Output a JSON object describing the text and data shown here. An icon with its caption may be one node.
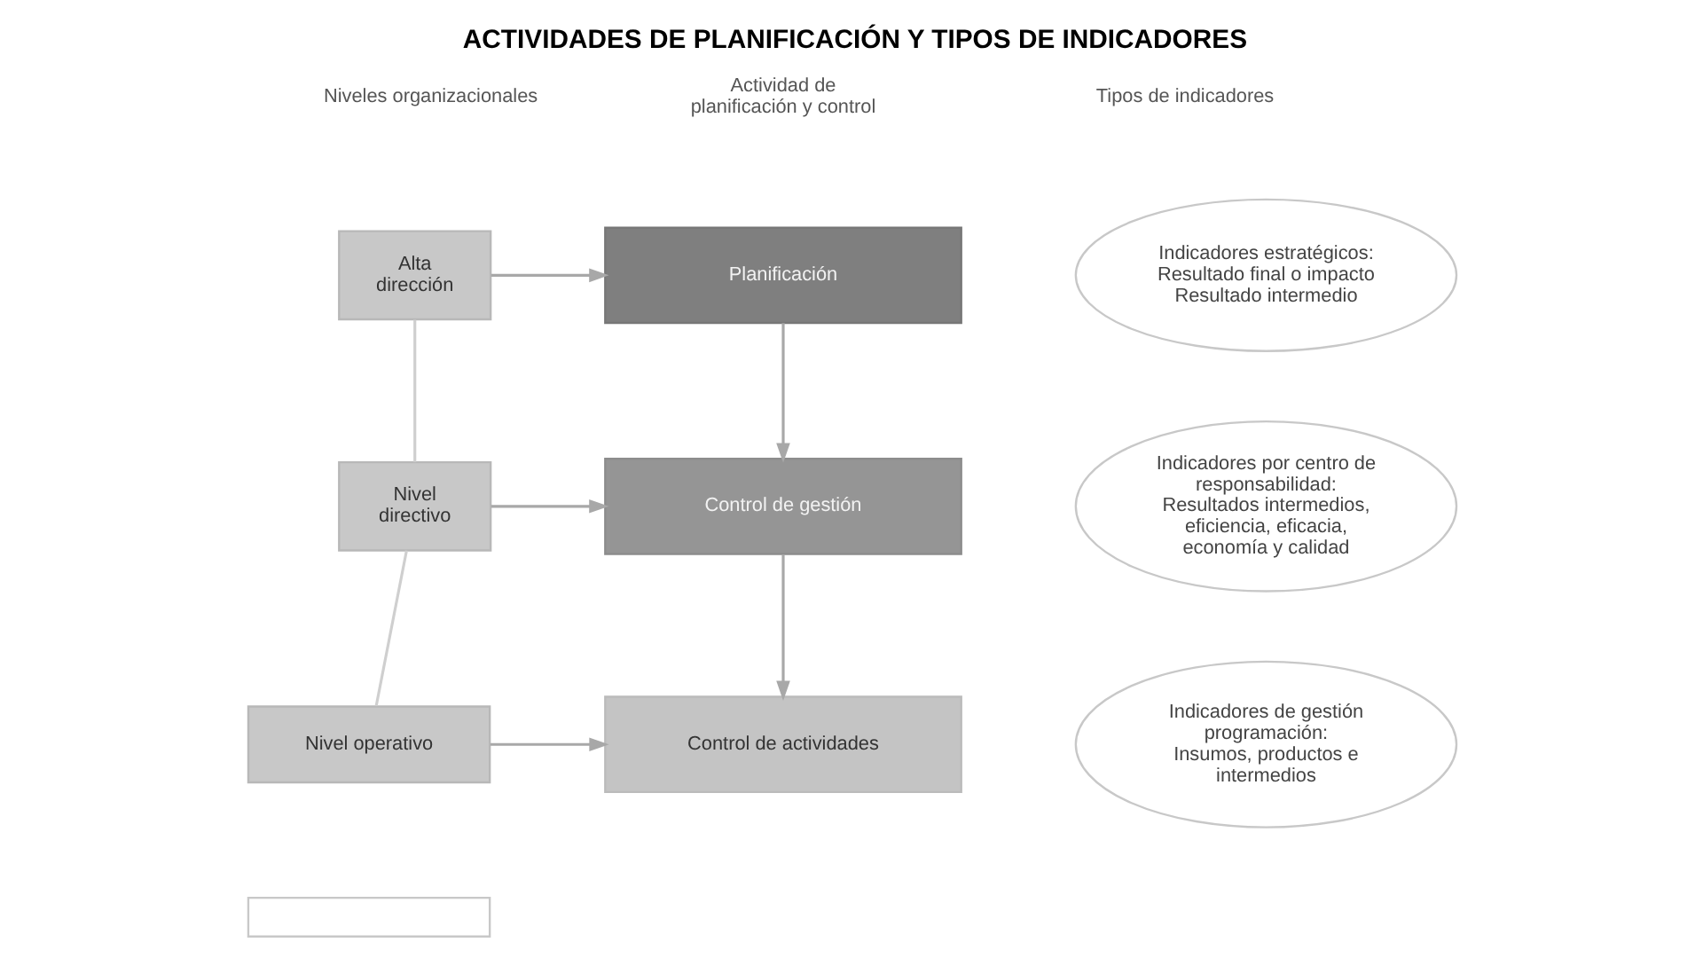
{
  "diagram": {
    "title": "ACTIVIDADES DE PLANIFICACIÓN Y TIPOS DE INDICADORES",
    "nodes": [
      {
        "text": [
          "Alta dirección"
        ]
      },
      {
        "text": [
          "Planificación"
        ]
      },
      {
        "text": [
          "Indicadores estratégicos:",
          "Resultado final o impacto",
          "Resultado intermedio"
        ]
      },
      {
        "text": [
          "Nivel directivo"
        ]
      },
      {
        "text": [
          "Control de gestión"
        ]
      },
      {
        "text": [
          "Indicadores por centro de responsabilidad:",
          "Resultados intermedios, eficiencia, eficacia, economía y calidad"
        ]
      },
      {
        "text": [
          "Nivel operativo"
        ]
      },
      {
        "text": [
          "Control de actividades"
        ]
      },
      {
        "text": [
          "Indicadores de gestión programación:",
          "Insumos, productos e intermedios"
        ]
      },
      {
        "text": [],
        "shape": "box"
      }
    ],
    "edges": [
      {
        "from": 0,
        "to": 1,
        "arrow": "to"
      },
      {
        "from": 3,
        "to": 4,
        "arrow": "to"
      },
      {
        "from": 6,
        "to": 7,
        "arrow": "to"
      },
      {
        "from": 1,
        "to": 4,
        "arrow": "to"
      },
      {
        "from": 4,
        "to": 7,
        "arrow": "to"
      },
      {
        "from": 0,
        "to": 3,
        "arrow": "none"
      },
      {
        "from": 3,
        "to": 6,
        "arrow": "none"
      }
    ],
    "labels": [
      "Niveles organizacionales",
      "Actividad de planificación y control",
      "Tipos de indicadores"
    ]
  }
}
